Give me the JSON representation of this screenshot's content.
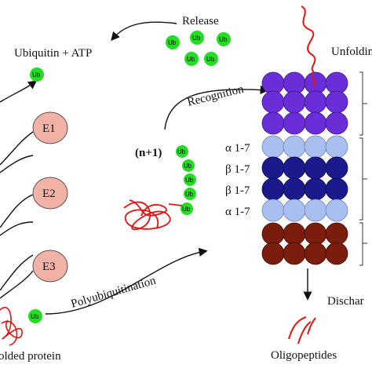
{
  "labels": {
    "release": "Release",
    "ubiquitin_atp": "Ubiquitin + ATP",
    "unfolding": "Unfolding",
    "recognition": "Recognition",
    "n_plus_1": "(n+1)",
    "polyubiquitination": "Polyubiquitination",
    "unfolded_protein": "olded protein",
    "discharge": "Dischar",
    "oligopeptides": "Oligopeptides"
  },
  "ub_label": "Ub",
  "enzymes": [
    "E1",
    "E2",
    "E3"
  ],
  "subunit_labels": [
    "α 1-7",
    "β 1-7",
    "β 1-7",
    "α 1-7"
  ],
  "colors": {
    "ubiquitin": "#22dd22",
    "enzyme_fill": "#f2b2a6",
    "regulatory_cap": "#6a2ed8",
    "alpha_ring": "#a9bff0",
    "beta_ring": "#1a1a8c",
    "lower_cap": "#7a1d0c",
    "protein_chain": "#e01515",
    "arrows": "#111111"
  }
}
